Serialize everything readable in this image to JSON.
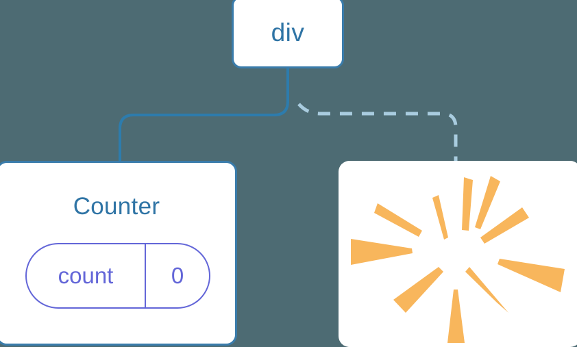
{
  "diagram": {
    "type": "component-tree",
    "background_color": "#4d6b73",
    "nodes": {
      "root": {
        "label": "div",
        "text_color": "#2f74a5",
        "border_color": "#3a7cab",
        "fill_color": "#ffffff"
      },
      "counter": {
        "title": "Counter",
        "text_color": "#2f74a5",
        "border_color": "#3a7cab",
        "fill_color": "#ffffff",
        "state": {
          "key": "count",
          "value": "0",
          "accent_color": "#6366d8"
        }
      },
      "burst": {
        "fill_color": "#ffffff",
        "ray_color": "#f8b65c",
        "ray_count": 10,
        "icon": "sparkle-burst-icon"
      }
    },
    "edges": [
      {
        "id": "edge-root-counter",
        "from": "root",
        "to": "counter",
        "style": "solid",
        "color": "#2d7cad",
        "width": 4
      },
      {
        "id": "edge-root-burst",
        "from": "root",
        "to": "burst",
        "style": "dashed",
        "color": "#a9ccdf",
        "width": 5,
        "dash": "18 14"
      }
    ]
  }
}
